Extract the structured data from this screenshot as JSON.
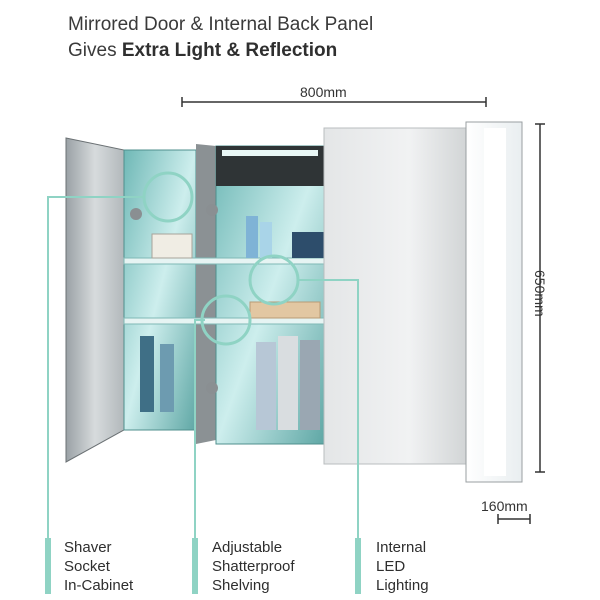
{
  "headline": {
    "line1": "Mirrored Door & Internal Back Panel",
    "line2_prefix": "Gives ",
    "line2_bold": "Extra Light & Reflection"
  },
  "dimensions": {
    "width": "800mm",
    "height": "650mm",
    "depth": "160mm"
  },
  "features": [
    {
      "lines": [
        "Shaver",
        "Socket",
        "In-Cabinet"
      ]
    },
    {
      "lines": [
        "Adjustable",
        "Shatterproof",
        "Shelving"
      ]
    },
    {
      "lines": [
        "Internal",
        "LED",
        "Lighting"
      ]
    }
  ],
  "colors": {
    "accent": "#8fd3c4",
    "text": "#333333",
    "mirror": "#c9ced1",
    "cabinet_glow": "#7fd6d0"
  }
}
